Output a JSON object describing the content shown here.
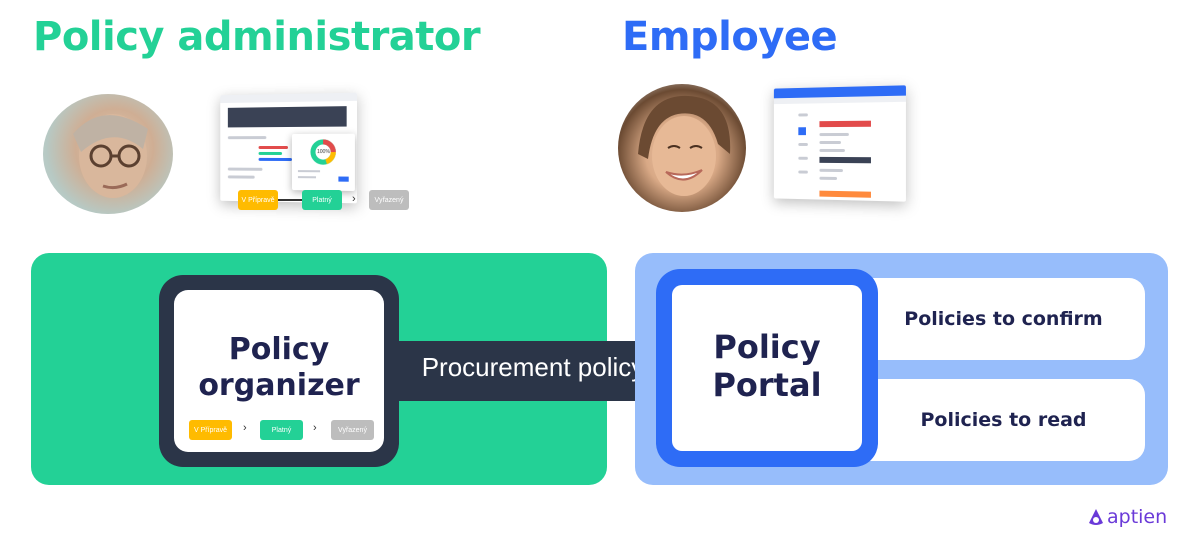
{
  "headings": {
    "admin": "Policy administrator",
    "employee": "Employee"
  },
  "admin_panel": {
    "organizer_line1": "Policy",
    "organizer_line2": "organizer",
    "workflow": [
      "V Přípravě",
      "Platný",
      "Vyřazený"
    ]
  },
  "arrow_label": "Procurement policy",
  "employee_panel": {
    "portal_line1": "Policy",
    "portal_line2": "Portal",
    "items": [
      "Policies to confirm",
      "Policies to read"
    ]
  },
  "screenshot_workflow": [
    "V Přípravě",
    "Platný",
    "Vyřazený"
  ],
  "screenshot_donut": "100%",
  "logo": "aptien",
  "colors": {
    "green": "#23d196",
    "blue": "#2e6cf6",
    "light_blue": "#97bdfb",
    "dark": "#2b3548",
    "navy_text": "#1f2350",
    "amber": "#ffbb00",
    "gray": "#bdbdbd",
    "purple": "#6a3ad8"
  },
  "icons": [
    "chevron-right-icon",
    "aptien-logo-icon"
  ]
}
